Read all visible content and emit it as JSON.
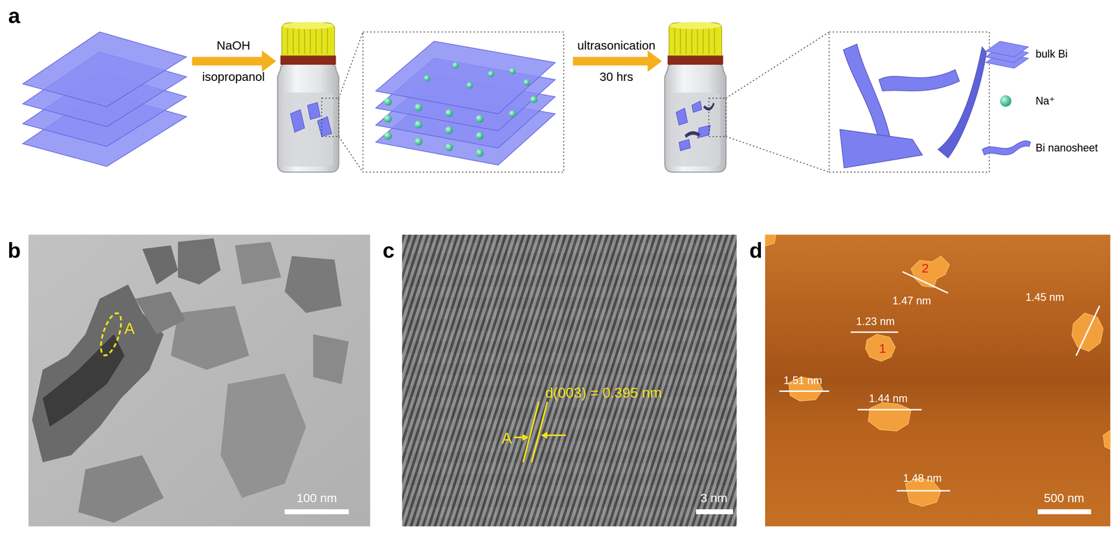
{
  "diagram": {
    "labels": [
      "a",
      "NaOH",
      "isopropanol",
      "ultrasonication",
      "30 hrs",
      "b",
      "A",
      "100 nm",
      "c",
      "d(003) = 0.395 nm",
      "A",
      "3 nm",
      "d",
      "2",
      "1.47 nm",
      "1.23 nm",
      "1",
      "1.45 nm",
      "1.51 nm",
      "1.44 nm",
      "1.48 nm",
      "500 nm"
    ],
    "legend": [
      {
        "text": "bulk Bi"
      },
      {
        "text": "Na⁺"
      },
      {
        "text": "Bi nanosheet"
      }
    ]
  }
}
